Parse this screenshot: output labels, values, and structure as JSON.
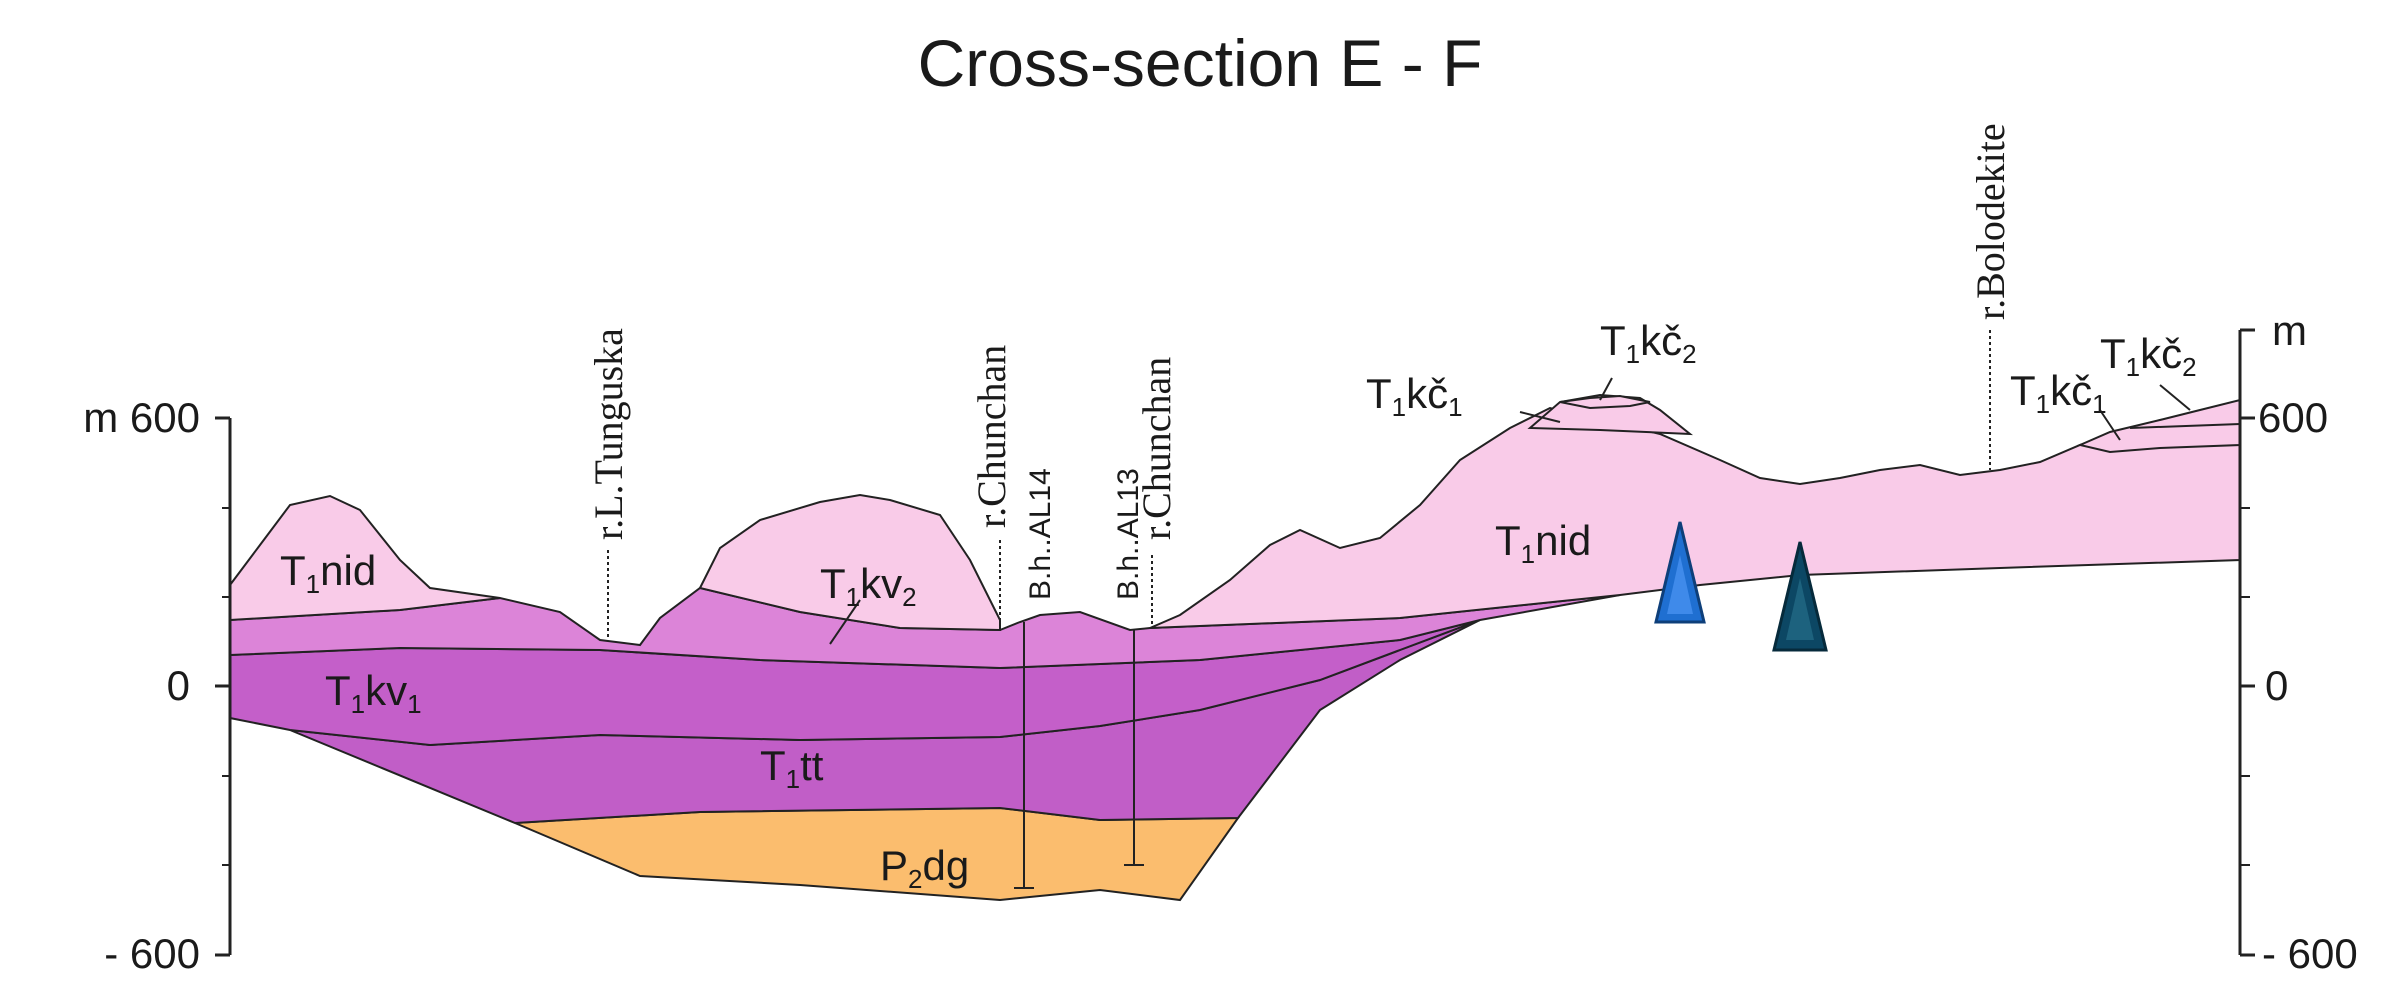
{
  "title": "Cross-section E - F",
  "axes": {
    "left_top": "m 600",
    "left_mid": "0",
    "left_bottom": "- 600",
    "right_unit": "m",
    "right_top": "600",
    "right_mid": "0",
    "right_bottom": "- 600"
  },
  "rivers": {
    "l_tunguska": "r.L.Tunguska",
    "chunchan_1": "r.Chunchan",
    "chunchan_2": "r.Chunchan",
    "bolodekite": "r.Bolodekite"
  },
  "boreholes": {
    "al14": "B.h..AL14",
    "al13": "B.h..AL13"
  },
  "units": {
    "nid_left": {
      "main": "T",
      "sub": "1",
      "rest": "nid"
    },
    "nid_right": {
      "main": "T",
      "sub": "1",
      "rest": "nid"
    },
    "kv2": {
      "main": "T",
      "sub": "1",
      "rest": "kv",
      "sub2": "2"
    },
    "kv1": {
      "main": "T",
      "sub": "1",
      "rest": "kv",
      "sub2": "1"
    },
    "tt": {
      "main": "T",
      "sub": "1",
      "rest": "tt"
    },
    "dg": {
      "main": "P",
      "sub": "2",
      "rest": "dg"
    },
    "kc1_mid": {
      "main": "T",
      "sub": "1",
      "rest": "kč",
      "sub2": "1"
    },
    "kc2_mid": {
      "main": "T",
      "sub": "1",
      "rest": "kč",
      "sub2": "2"
    },
    "kc1_right": {
      "main": "T",
      "sub": "1",
      "rest": "kč",
      "sub2": "1"
    },
    "kc2_right": {
      "main": "T",
      "sub": "1",
      "rest": "kč",
      "sub2": "2"
    }
  },
  "colors": {
    "nid": "#f9cbe8",
    "kv2": "#dc84d8",
    "kv1": "#c45fc9",
    "tt": "#c15ec7",
    "dg": "#fbbd6e",
    "marker_light": "#1f6fd1",
    "marker_dark": "#0c4764"
  }
}
